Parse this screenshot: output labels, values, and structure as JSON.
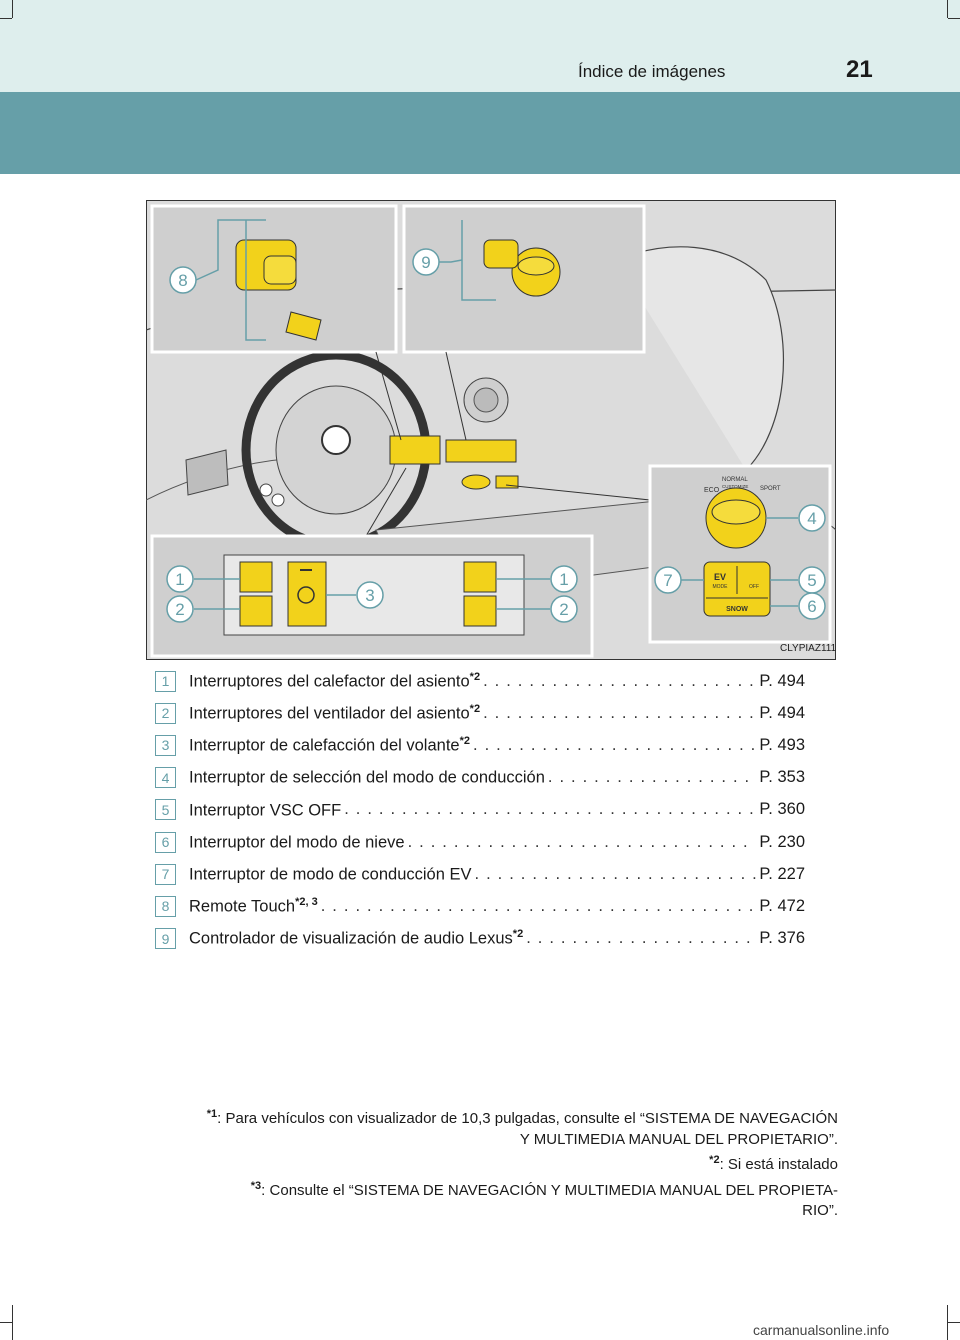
{
  "header": {
    "section_title": "Índice de imágenes",
    "page_number": "21"
  },
  "figure": {
    "code": "CLYPIAZ111",
    "callouts": [
      "1",
      "2",
      "3",
      "4",
      "5",
      "6",
      "7",
      "8",
      "9"
    ],
    "button_labels": {
      "snow": "SNOW",
      "eco": "ECO",
      "normal": "NORMAL",
      "custom": "CUSTOMIZE",
      "sport": "SPORT",
      "ev": "EV",
      "ev_mode": "MODE",
      "off": "OFF"
    }
  },
  "items": [
    {
      "num": "1",
      "label": "Interruptores del calefactor del asiento",
      "sup": "*2",
      "ref": "P. 494"
    },
    {
      "num": "2",
      "label": "Interruptores del ventilador del asiento",
      "sup": "*2",
      "ref": "P. 494"
    },
    {
      "num": "3",
      "label": "Interruptor de calefacción del volante",
      "sup": "*2",
      "ref": "P. 493"
    },
    {
      "num": "4",
      "label": "Interruptor de selección del modo de conducción",
      "sup": "",
      "ref": "P. 353"
    },
    {
      "num": "5",
      "label": "Interruptor VSC OFF",
      "sup": "",
      "ref": "P. 360"
    },
    {
      "num": "6",
      "label": "Interruptor del modo de nieve",
      "sup": "",
      "ref": "P. 230"
    },
    {
      "num": "7",
      "label": "Interruptor de modo de conducción EV",
      "sup": "",
      "ref": "P. 227"
    },
    {
      "num": "8",
      "label": "Remote Touch",
      "sup": "*2, 3",
      "ref": "P. 472"
    },
    {
      "num": "9",
      "label": "Controlador de visualización de audio Lexus",
      "sup": "*2",
      "ref": "P. 376"
    }
  ],
  "footnotes": [
    {
      "mark": "*1",
      "lines": [
        "Para vehículos con visualizador de 10,3 pulgadas, consulte el “SISTEMA DE NAVEGACIÓN",
        "Y MULTIMEDIA MANUAL DEL PROPIETARIO”."
      ]
    },
    {
      "mark": "*2",
      "lines": [
        "Si está instalado"
      ]
    },
    {
      "mark": "*3",
      "lines": [
        "Consulte el “SISTEMA DE NAVEGACIÓN Y MULTIMEDIA MANUAL DEL PROPIETA-",
        "RIO”."
      ]
    }
  ],
  "watermark": "carmanualsonline.info",
  "colors": {
    "accent_teal": "#669fa8",
    "header_mint": "#deeeed",
    "highlight_yellow": "#f2d21b"
  }
}
